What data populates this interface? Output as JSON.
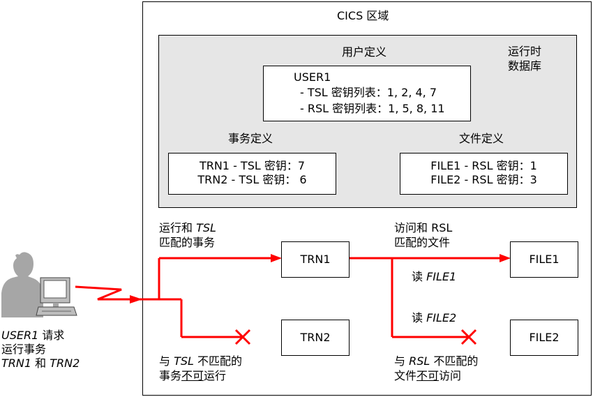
{
  "region": {
    "title": "CICS 区域"
  },
  "runtime_db": {
    "label_line1": "运行时",
    "label_line2": "数据库"
  },
  "user_def": {
    "heading": "用户定义",
    "user": "USER1",
    "tsl_prefix": "- TSL 密钥列表：",
    "tsl_values": "1, 2, 4, 7",
    "rsl_prefix": "- RSL 密钥列表：",
    "rsl_values": "1, 5, 8, 11"
  },
  "txn_def": {
    "heading": "事务定义",
    "line1": "TRN1 - TSL 密钥：7",
    "line2": "TRN2 - TSL 密钥： 6"
  },
  "file_def": {
    "heading": "文件定义",
    "line1": "FILE1 - RSL 密钥：1",
    "line2": "FILE2 - RSL 密钥：3"
  },
  "nodes": {
    "trn1": "TRN1",
    "trn2": "TRN2",
    "file1": "FILE1",
    "file2": "FILE2"
  },
  "labels": {
    "run_match_a": "运行和 ",
    "run_match_tsl": "TSL",
    "run_match_b": "匹配的事务",
    "access_match_a": "访问和  RSL",
    "access_match_b": "匹配的文件",
    "read_prefix1": "读 ",
    "read_file1": "FILE1",
    "read_prefix2": "读 ",
    "read_file2": "FILE2",
    "tsl_mismatch_a": "与 ",
    "tsl_mismatch_tsl": "TSL",
    "tsl_mismatch_b": " 不匹配的",
    "tsl_mismatch_c": "事务",
    "tsl_mismatch_d": "不可",
    "tsl_mismatch_e": "运行",
    "rsl_mismatch_a": "与 ",
    "rsl_mismatch_rsl": "RSL",
    "rsl_mismatch_b": " 不匹配的",
    "rsl_mismatch_c": "文件",
    "rsl_mismatch_d": "不可",
    "rsl_mismatch_e": "访问"
  },
  "user_caption": {
    "user": "USER1",
    "request": " 请求",
    "line2": "运行事务",
    "trn1": "TRN1",
    "and": " 和 ",
    "trn2": "TRN2"
  },
  "colors": {
    "flow": "#ff0000",
    "db_panel": "#e6e6e6",
    "figure": "#a6a6a6"
  }
}
